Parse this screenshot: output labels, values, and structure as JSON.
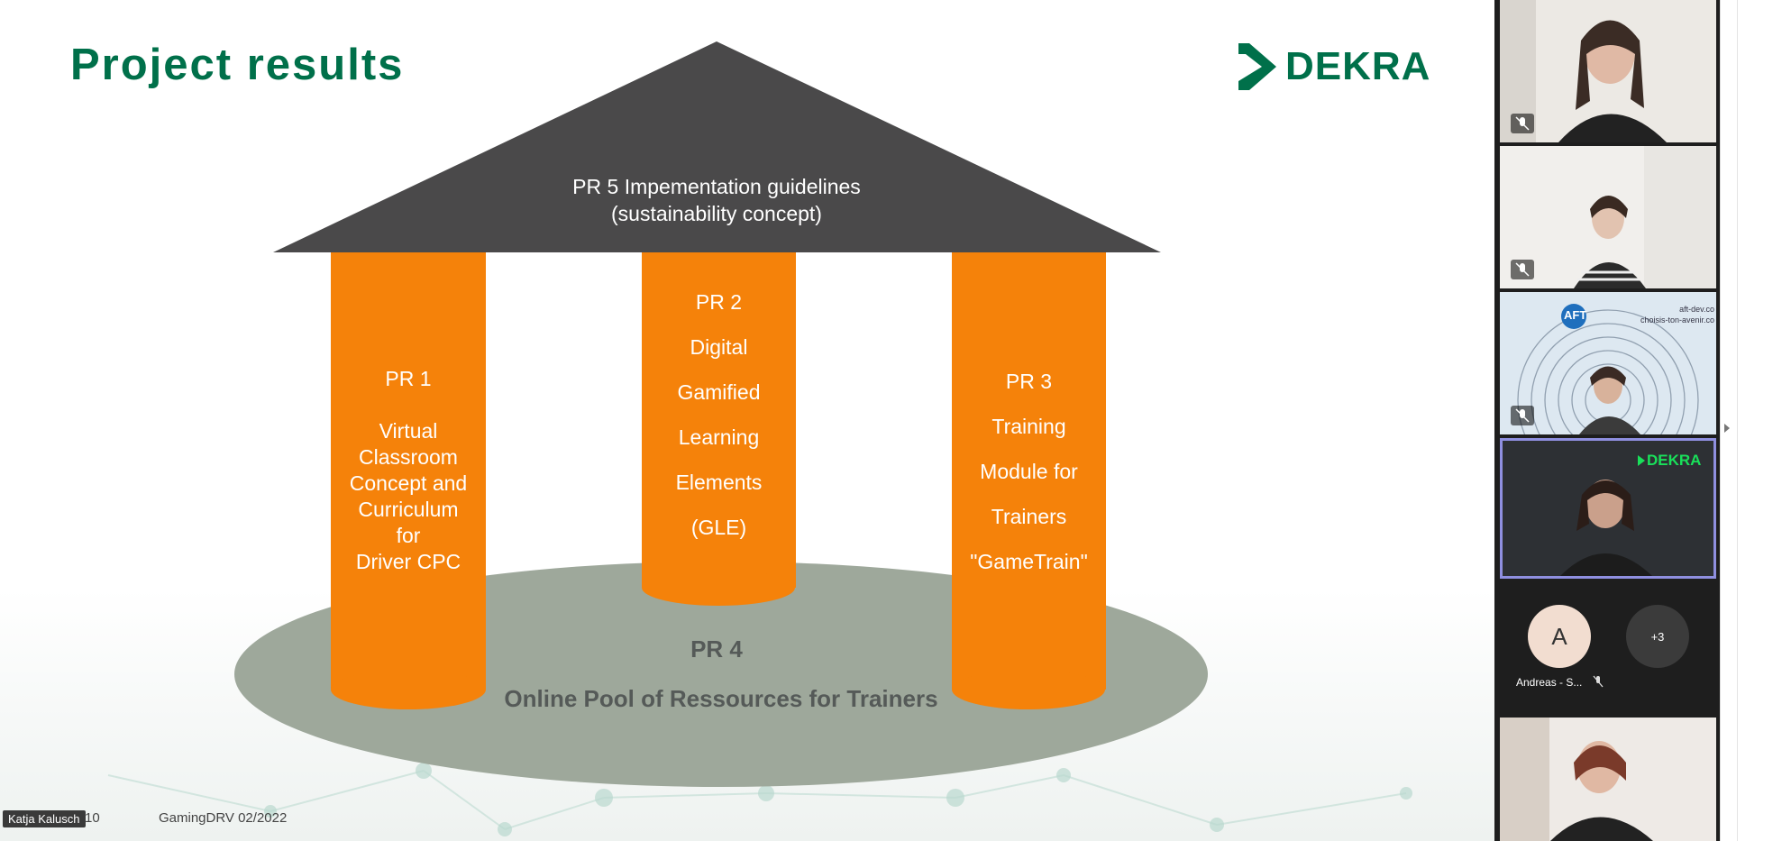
{
  "slide": {
    "title": "Project results",
    "logo_text": "DEKRA",
    "roof": {
      "line1": "PR 5 Impementation guidelines",
      "line2": "(sustainability concept)"
    },
    "pillar1": [
      "PR 1",
      "",
      "Virtual",
      "Classroom",
      "Concept and",
      "Curriculum",
      "for",
      "Driver CPC"
    ],
    "pillar2": [
      "PR 2",
      "Digital",
      "Gamified",
      "Learning",
      "Elements",
      "(GLE)"
    ],
    "pillar3": [
      "PR 3",
      "Training",
      "Module for",
      "Trainers",
      "\"GameTrain\""
    ],
    "base": {
      "label": "PR 4",
      "text": "Online Pool of Ressources for Trainers"
    },
    "footer": {
      "presenter": "Katja Kalusch",
      "page": "10",
      "doc": "GamingDRV 02/2022"
    }
  },
  "participants": {
    "avatar_letter": "A",
    "avatar_name": "Andreas - S...",
    "more_count": "+3",
    "tile3_line1": "aft-dev.co",
    "tile3_line2": "choisis-ton-avenir.co",
    "tile3_logo": "AFT",
    "tile4_logo": "DEKRA"
  },
  "colors": {
    "brand_green": "#00704a",
    "pillar_orange": "#f5820a",
    "roof_gray": "#4a494a",
    "pool_green": "#9ea89b"
  }
}
